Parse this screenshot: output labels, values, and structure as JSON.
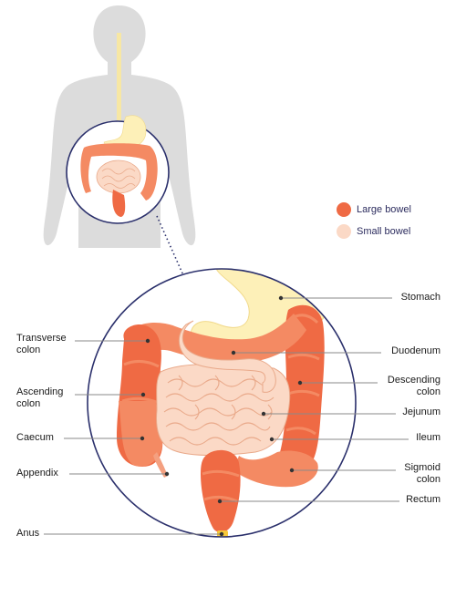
{
  "colors": {
    "large_bowel": "#ef6a44",
    "large_bowel_light": "#f48a63",
    "small_bowel": "#fbd9c6",
    "small_bowel_outline": "#e9a98a",
    "stomach": "#fdf0b8",
    "body": "#dcdcdc",
    "circle_outline": "#2a2f6b",
    "anus": "#f7c93a"
  },
  "legend": {
    "large_bowel": "Large bowel",
    "small_bowel": "Small bowel"
  },
  "labels": {
    "stomach": "Stomach",
    "duodenum": "Duodenum",
    "descending_colon_1": "Descending",
    "descending_colon_2": "colon",
    "jejunum": "Jejunum",
    "ileum": "Ileum",
    "sigmoid_colon_1": "Sigmoid",
    "sigmoid_colon_2": "colon",
    "rectum": "Rectum",
    "transverse_colon_1": "Transverse",
    "transverse_colon_2": "colon",
    "ascending_colon_1": "Ascending",
    "ascending_colon_2": "colon",
    "caecum": "Caecum",
    "appendix": "Appendix",
    "anus": "Anus"
  }
}
